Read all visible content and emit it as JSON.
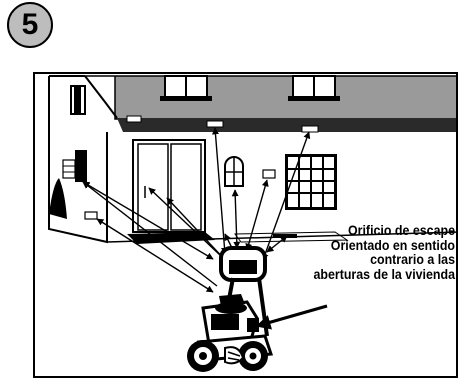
{
  "step": {
    "number": "5"
  },
  "callout": {
    "line1": "Orificio de escape",
    "line2": "Orientado en sentido",
    "line3": "contrario a las",
    "line4": "aberturas de la vivienda"
  }
}
